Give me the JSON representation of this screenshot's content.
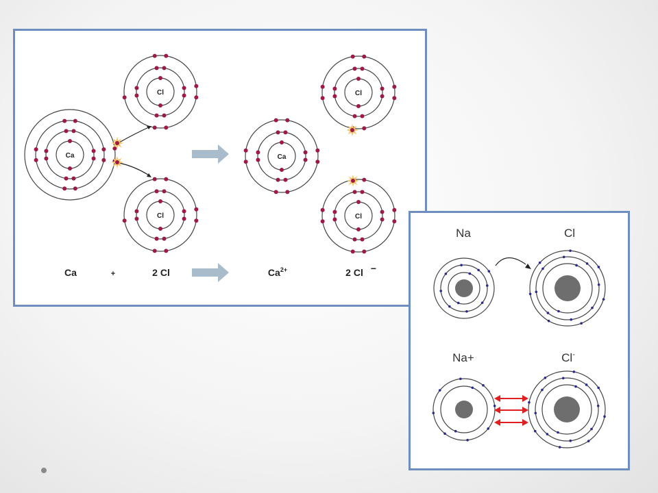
{
  "left_diagram": {
    "atoms": [
      {
        "id": "ca",
        "label": "Ca",
        "shells": [
          2,
          8,
          8,
          2
        ]
      },
      {
        "id": "cl-top",
        "label": "Cl",
        "shells": [
          2,
          8,
          7
        ]
      },
      {
        "id": "cl-bottom",
        "label": "Cl",
        "shells": [
          2,
          8,
          7
        ]
      },
      {
        "id": "ca-ion",
        "label": "Ca",
        "shells": [
          2,
          8,
          8
        ]
      },
      {
        "id": "cl-ion-top",
        "label": "Cl",
        "shells": [
          2,
          8,
          8
        ]
      },
      {
        "id": "cl-ion-bottom",
        "label": "Cl",
        "shells": [
          2,
          8,
          8
        ]
      }
    ],
    "equation": {
      "reactant1": "Ca",
      "plus": "+",
      "reactant2": "2 Cl",
      "product1": "Ca",
      "product1_charge": "2+",
      "product2": "2 Cl",
      "product2_charge": "−"
    },
    "electron_color": "#9b1b45",
    "arrow_color": "#a9bccb"
  },
  "right_diagram": {
    "labels": {
      "na": "Na",
      "cl": "Cl",
      "na_ion": "Na+",
      "cl_ion": "Cl",
      "cl_ion_charge": "-"
    },
    "electron_color": "#2a2a8c",
    "attraction_color": "#e02020",
    "nucleus_color": "#6e6e6e"
  }
}
